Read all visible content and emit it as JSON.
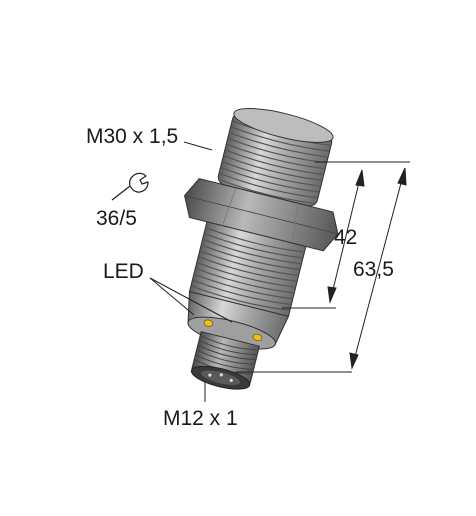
{
  "labels": {
    "thread_main": "M30 x 1,5",
    "wrench_size": "36/5",
    "led": "LED",
    "connector": "M12 x 1",
    "dim_short": "42",
    "dim_long": "63,5"
  },
  "icons": {
    "wrench": "wrench-icon"
  },
  "colors": {
    "body": "#9a9a9a",
    "body_dark": "#6c6c6c",
    "body_light": "#d6d6d6",
    "led": "#e8c21a",
    "line": "#222222"
  }
}
